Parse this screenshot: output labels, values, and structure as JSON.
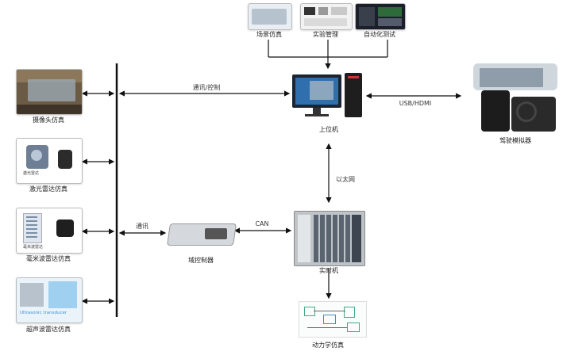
{
  "top_items": [
    {
      "label": "场景仿真"
    },
    {
      "label": "实验管理"
    },
    {
      "label": "自动化测试"
    }
  ],
  "host": {
    "label": "上位机"
  },
  "simulator": {
    "label": "驾驶模拟器",
    "link_label": "USB/HDMI"
  },
  "realtime": {
    "label": "实时机",
    "link_label": "以太网"
  },
  "controller": {
    "label": "域控制器",
    "link_label": "CAN",
    "bus_label": "通讯"
  },
  "dynamics": {
    "label": "动力学仿真"
  },
  "bus": {
    "comm_label": "通讯/控制"
  },
  "sensors": [
    {
      "label": "摄像头仿真"
    },
    {
      "label": "激光雷达仿真",
      "sub_label": "激光雷达"
    },
    {
      "label": "毫米波雷达仿真",
      "sub_label": "毫米波雷达"
    },
    {
      "label": "超声波雷达仿真",
      "sub_label": "Ultrasonic transducer"
    }
  ]
}
